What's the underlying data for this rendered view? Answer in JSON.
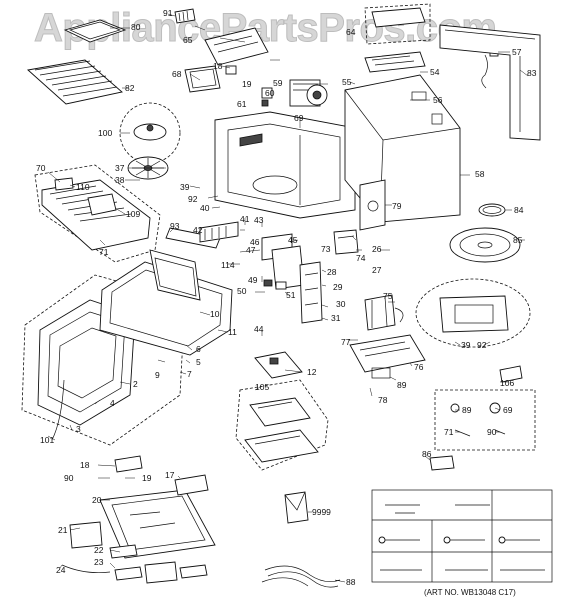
{
  "watermark": "AppliancePartsPros.com",
  "art_number": "(ART NO. WB13048 C17)",
  "callouts": [
    "91",
    "80",
    "65",
    "82",
    "68",
    "18",
    "60",
    "19",
    "64",
    "57",
    "83",
    "54",
    "55",
    "59",
    "61",
    "56",
    "100",
    "69",
    "58",
    "37",
    "38",
    "39",
    "92",
    "40",
    "41",
    "79",
    "84",
    "70",
    "110",
    "109",
    "71",
    "93",
    "42",
    "43",
    "45",
    "46",
    "73",
    "74",
    "26",
    "85",
    "47",
    "114",
    "49",
    "28",
    "29",
    "27",
    "50",
    "51",
    "30",
    "31",
    "75",
    "10",
    "11",
    "44",
    "6",
    "5",
    "77",
    "39",
    "92",
    "9",
    "7",
    "2",
    "12",
    "76",
    "89",
    "78",
    "4",
    "106",
    "105",
    "89",
    "69",
    "3",
    "101",
    "71",
    "90",
    "18",
    "19",
    "17",
    "90",
    "86",
    "20",
    "9999",
    "21",
    "22",
    "23",
    "24",
    "88"
  ]
}
